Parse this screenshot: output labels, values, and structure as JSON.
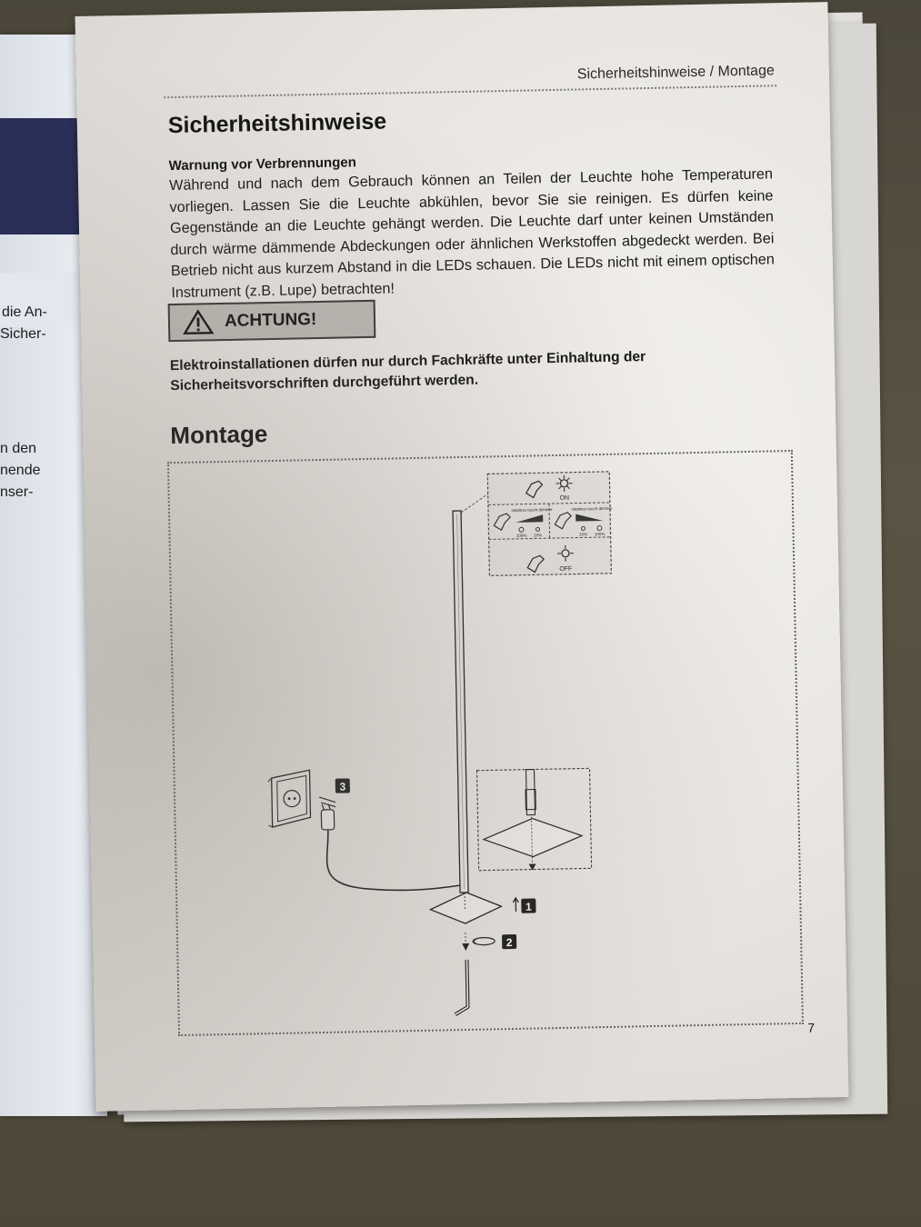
{
  "left_page": {
    "fragments": [
      "die An-",
      "Sicher-",
      "n den",
      "nende",
      "nser-"
    ]
  },
  "page": {
    "running_head": "Sicherheitshinweise / Montage",
    "section_title": "Sicherheitshinweise",
    "warning": {
      "title": "Warnung vor Verbrennungen",
      "text": "Während und nach dem Gebrauch können an Teilen der Leuchte hohe Temperaturen vorliegen. Lassen Sie die Leuchte abkühlen, bevor Sie sie reinigen. Es dürfen keine Gegenstände an die Leuchte gehängt werden. Die Leuchte darf unter keinen Umständen durch wärme dämmende Abdeckungen oder ähnlichen Werkstoffen abgedeckt werden. Bei Betrieb nicht aus kurzem  Abstand in die LEDs schauen. Die LEDs nicht mit einem optischen Instrument (z.B. Lupe) betrachten!"
    },
    "achtung": {
      "label": "ACHTUNG!",
      "text": "Elektroinstallationen dürfen nur durch Fachkräfte unter Einhaltung der Sicherheitsvorschriften durchgeführt werden."
    },
    "montage_title": "Montage",
    "diagram": {
      "touch_panel": {
        "on_label": "ON",
        "off_label": "OFF",
        "dimmer_left": "stepless touch dimmer",
        "dimmer_right": "stepless touch dimmer",
        "pct_left_a": "100%",
        "pct_left_b": "20%",
        "pct_right_a": "20%",
        "pct_right_b": "100%"
      },
      "steps": [
        "1",
        "2",
        "3"
      ]
    },
    "page_number": "7"
  },
  "colors": {
    "paper": "#ece9e5",
    "ink": "#1a1a1a",
    "achtung_fill": "#bcb9b4",
    "left_band": "#2a2f58"
  }
}
